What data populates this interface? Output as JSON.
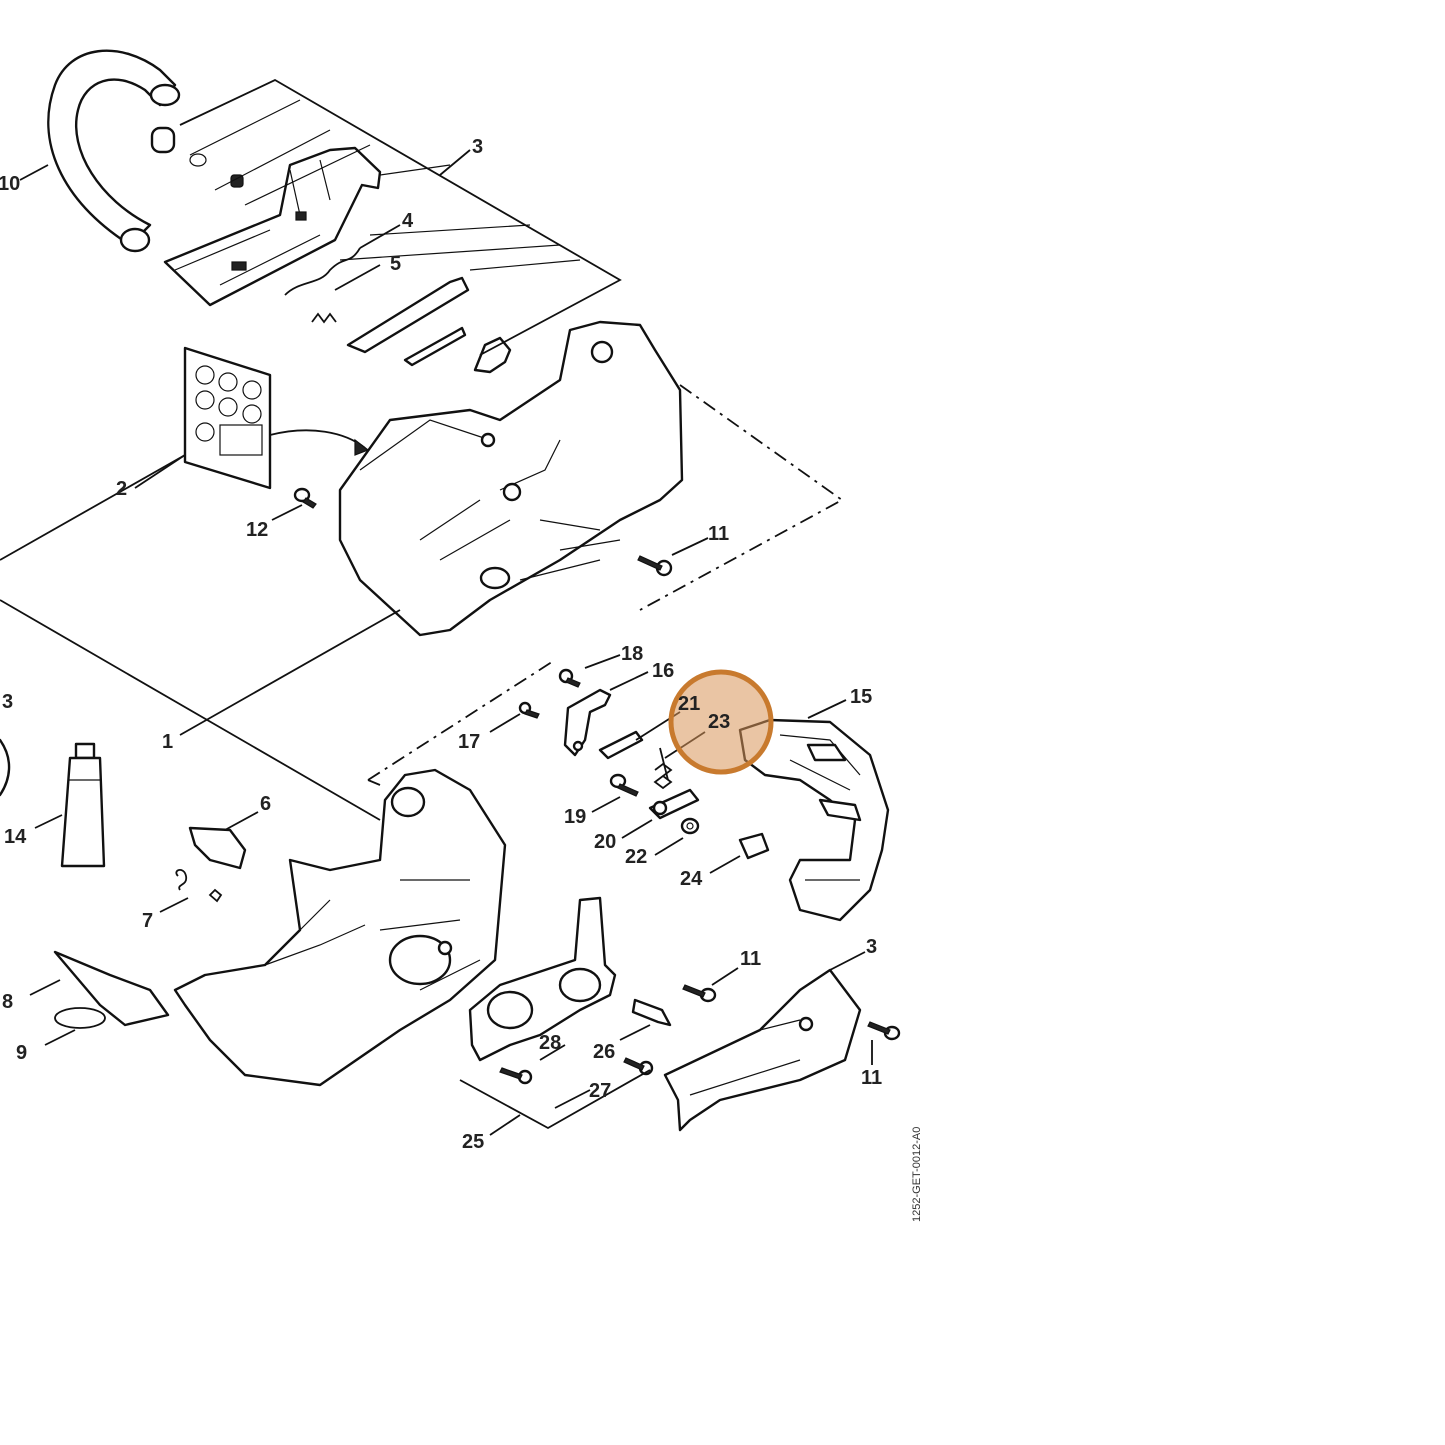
{
  "diagram": {
    "drawing_code": "1252-GET-0012-A0",
    "callouts": [
      {
        "id": "c10",
        "label": "10"
      },
      {
        "id": "c3a",
        "label": "3"
      },
      {
        "id": "c4",
        "label": "4"
      },
      {
        "id": "c5",
        "label": "5"
      },
      {
        "id": "c2",
        "label": "2"
      },
      {
        "id": "c12",
        "label": "12"
      },
      {
        "id": "c11a",
        "label": "11"
      },
      {
        "id": "c1",
        "label": "1"
      },
      {
        "id": "c13",
        "label": "3"
      },
      {
        "id": "c14",
        "label": "14"
      },
      {
        "id": "c18",
        "label": "18"
      },
      {
        "id": "c16",
        "label": "16"
      },
      {
        "id": "c17",
        "label": "17"
      },
      {
        "id": "c21",
        "label": "21"
      },
      {
        "id": "c23",
        "label": "23"
      },
      {
        "id": "c15",
        "label": "15"
      },
      {
        "id": "c6",
        "label": "6"
      },
      {
        "id": "c19",
        "label": "19"
      },
      {
        "id": "c20",
        "label": "20"
      },
      {
        "id": "c22",
        "label": "22"
      },
      {
        "id": "c24",
        "label": "24"
      },
      {
        "id": "c7",
        "label": "7"
      },
      {
        "id": "c8",
        "label": "8"
      },
      {
        "id": "c9",
        "label": "9"
      },
      {
        "id": "c11b",
        "label": "11"
      },
      {
        "id": "c3b",
        "label": "3"
      },
      {
        "id": "c28",
        "label": "28"
      },
      {
        "id": "c26",
        "label": "26"
      },
      {
        "id": "c27",
        "label": "27"
      },
      {
        "id": "c11c",
        "label": "11"
      },
      {
        "id": "c25",
        "label": "25"
      }
    ],
    "highlighted_part": "23",
    "highlight_color": "#d9955a"
  }
}
